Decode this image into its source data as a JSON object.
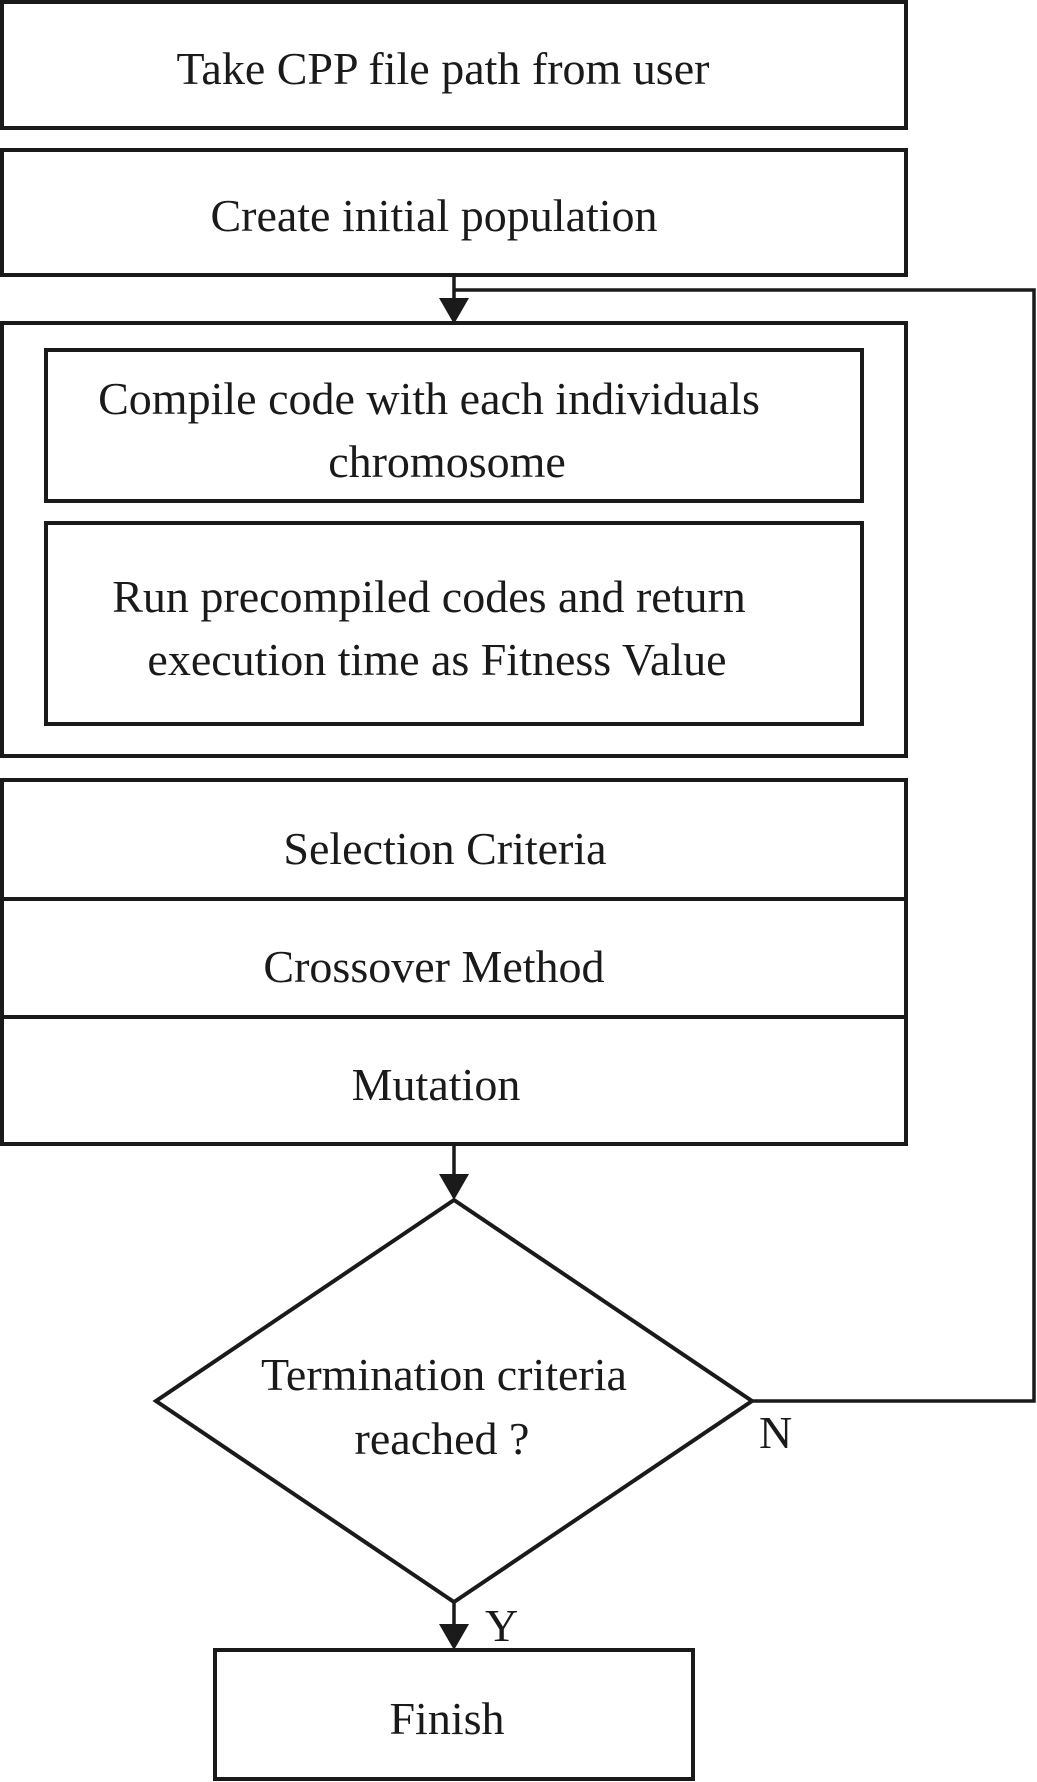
{
  "steps": {
    "take_path": "Take CPP file path from user",
    "create_population": "Create initial population",
    "compile_line1": "Compile code with each individuals",
    "compile_line2": "chromosome",
    "run_line1": "Run precompiled codes and return",
    "run_line2": "execution time as Fitness Value",
    "selection": "Selection Criteria",
    "crossover": "Crossover Method",
    "mutation": "Mutation",
    "decision_line1": "Termination criteria",
    "decision_line2": "reached ?",
    "finish": "Finish"
  },
  "branches": {
    "no": "N",
    "yes": "Y"
  }
}
